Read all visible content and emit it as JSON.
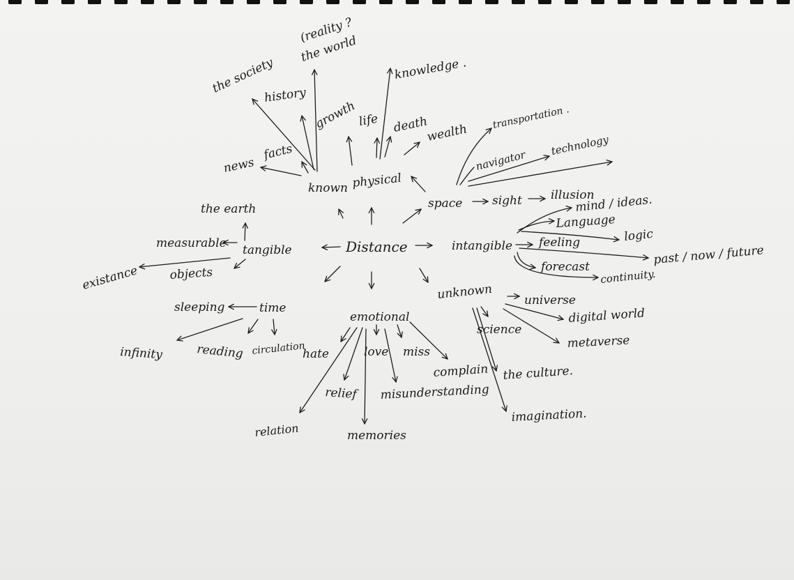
{
  "center": "Distance",
  "words": {
    "reality": "(reality ?",
    "the_world": "the world",
    "the_society": "the society",
    "history": "history",
    "knowledge": "knowledge .",
    "growth": "growth",
    "life": "life",
    "death": "death",
    "wealth": "wealth",
    "transportation": "transportation .",
    "facts": "facts",
    "news": "news",
    "navigator": "navigator",
    "technology": "technology",
    "known": "known",
    "physical": "physical",
    "space": "space",
    "sight": "sight",
    "illusion": "illusion",
    "the_earth": "the earth",
    "mind_ideas": "mind / ideas.",
    "language": "Language",
    "logic": "logic",
    "measurable": "measurable",
    "tangible": "tangible",
    "intangible": "intangible",
    "feeling": "feeling",
    "past_now_future": "past / now / future",
    "existance": "existance",
    "objects": "objects",
    "forecast": "forecast",
    "continuity": "continuity.",
    "unknown": "unknown",
    "universe": "universe",
    "sleeping": "sleeping",
    "time": "time",
    "emotional": "emotional",
    "digital_world": "digital world",
    "science": "science",
    "infinity": "infinity",
    "reading": "reading",
    "circulation": "circulation",
    "hate": "hate",
    "love": "love",
    "miss": "miss",
    "metaverse": "metaverse",
    "complain": "complain",
    "the_culture": "the culture.",
    "relief": "relief",
    "misunderstanding": "misunderstanding",
    "relation": "relation",
    "memories": "memories",
    "imagination": "imagination."
  }
}
